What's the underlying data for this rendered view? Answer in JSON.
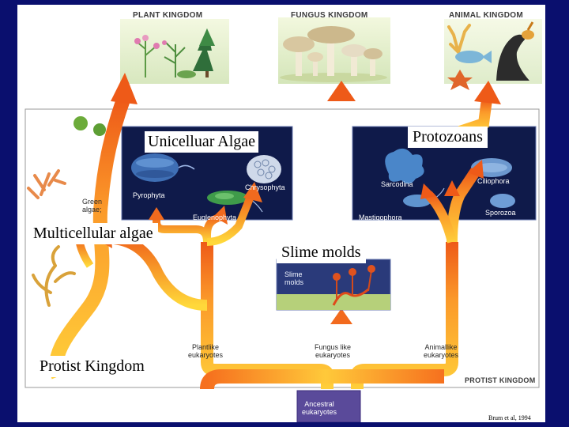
{
  "kingdoms": {
    "plant": "PLANT KINGDOM",
    "fungus": "FUNGUS KINGDOM",
    "animal": "ANIMAL KINGDOM"
  },
  "protist_kingdom_label": "PROTIST KINGDOM",
  "algae_groups": {
    "green": "Green\nalgae;",
    "pyrophyta": "Pyrophyta",
    "chrysophyta": "Chrysophyta",
    "euglenophyta": "Euglenophyta"
  },
  "protozoa_groups": {
    "sarcodina": "Sarcodina",
    "ciliophora": "Ciliophora",
    "mastigophora": "Mastigophora",
    "sporozoa": "Sporozoa"
  },
  "slime_molds_inset": "Slime\nmolds",
  "nodes": {
    "plantlike": "Plantlike\neukaryotes",
    "funguslike": "Fungus like\neukaryotes",
    "animallike": "Animallike\neukaryotes",
    "ancestral": "Ancestral\neukaryotes"
  },
  "overlays": {
    "unicellular_algae": "Unicelluar Algae",
    "protozoans": "Protozoans",
    "multicellular_algae": "Multicellular algae",
    "slime_molds": "Slime molds",
    "protist_kingdom": "Protist Kingdom"
  },
  "credit": "Brum et al, 1994",
  "colors": {
    "background": "#0a0f6e",
    "panel": "#0f1a4a",
    "arrow_top": "#f06a1e",
    "arrow_bottom": "#ffd23a"
  }
}
